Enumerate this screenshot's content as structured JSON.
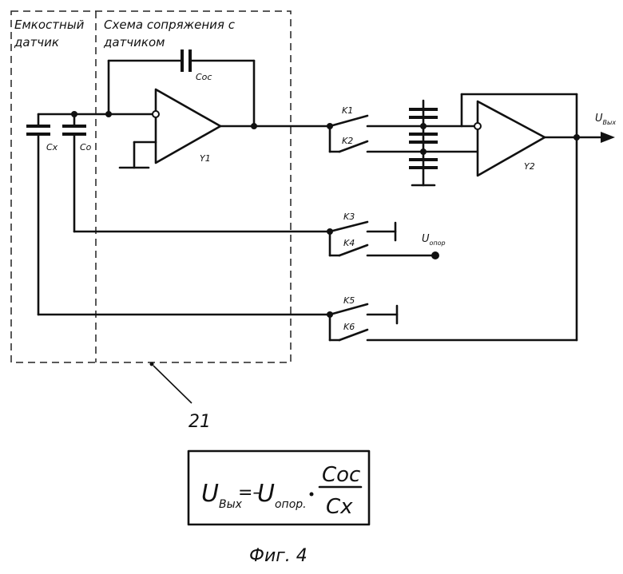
{
  "regions": {
    "sensor": {
      "line1": "Емкостный",
      "line2": "датчик"
    },
    "interface": {
      "line1": "Схема сопряжения с",
      "line2": "датчиком"
    }
  },
  "components": {
    "cx": "Cx",
    "co": "Co",
    "coc": "Coc",
    "y1": "Y1",
    "y2": "Y2",
    "k1": "K1",
    "k2": "K2",
    "k3": "K3",
    "k4": "K4",
    "k5": "K5",
    "k6": "K6"
  },
  "signals": {
    "uout_main": "U",
    "uout_sub": "Вых",
    "uref_main": "U",
    "uref_sub": "опор"
  },
  "callout": "21",
  "formula": {
    "lhs_main": "U",
    "lhs_sub": "Вых",
    "equals": "=–",
    "rhs_main": "U",
    "rhs_sub": "опор.",
    "dot": "·",
    "numerator": "Coc",
    "denominator": "Cx"
  },
  "caption": "Фиг. 4"
}
